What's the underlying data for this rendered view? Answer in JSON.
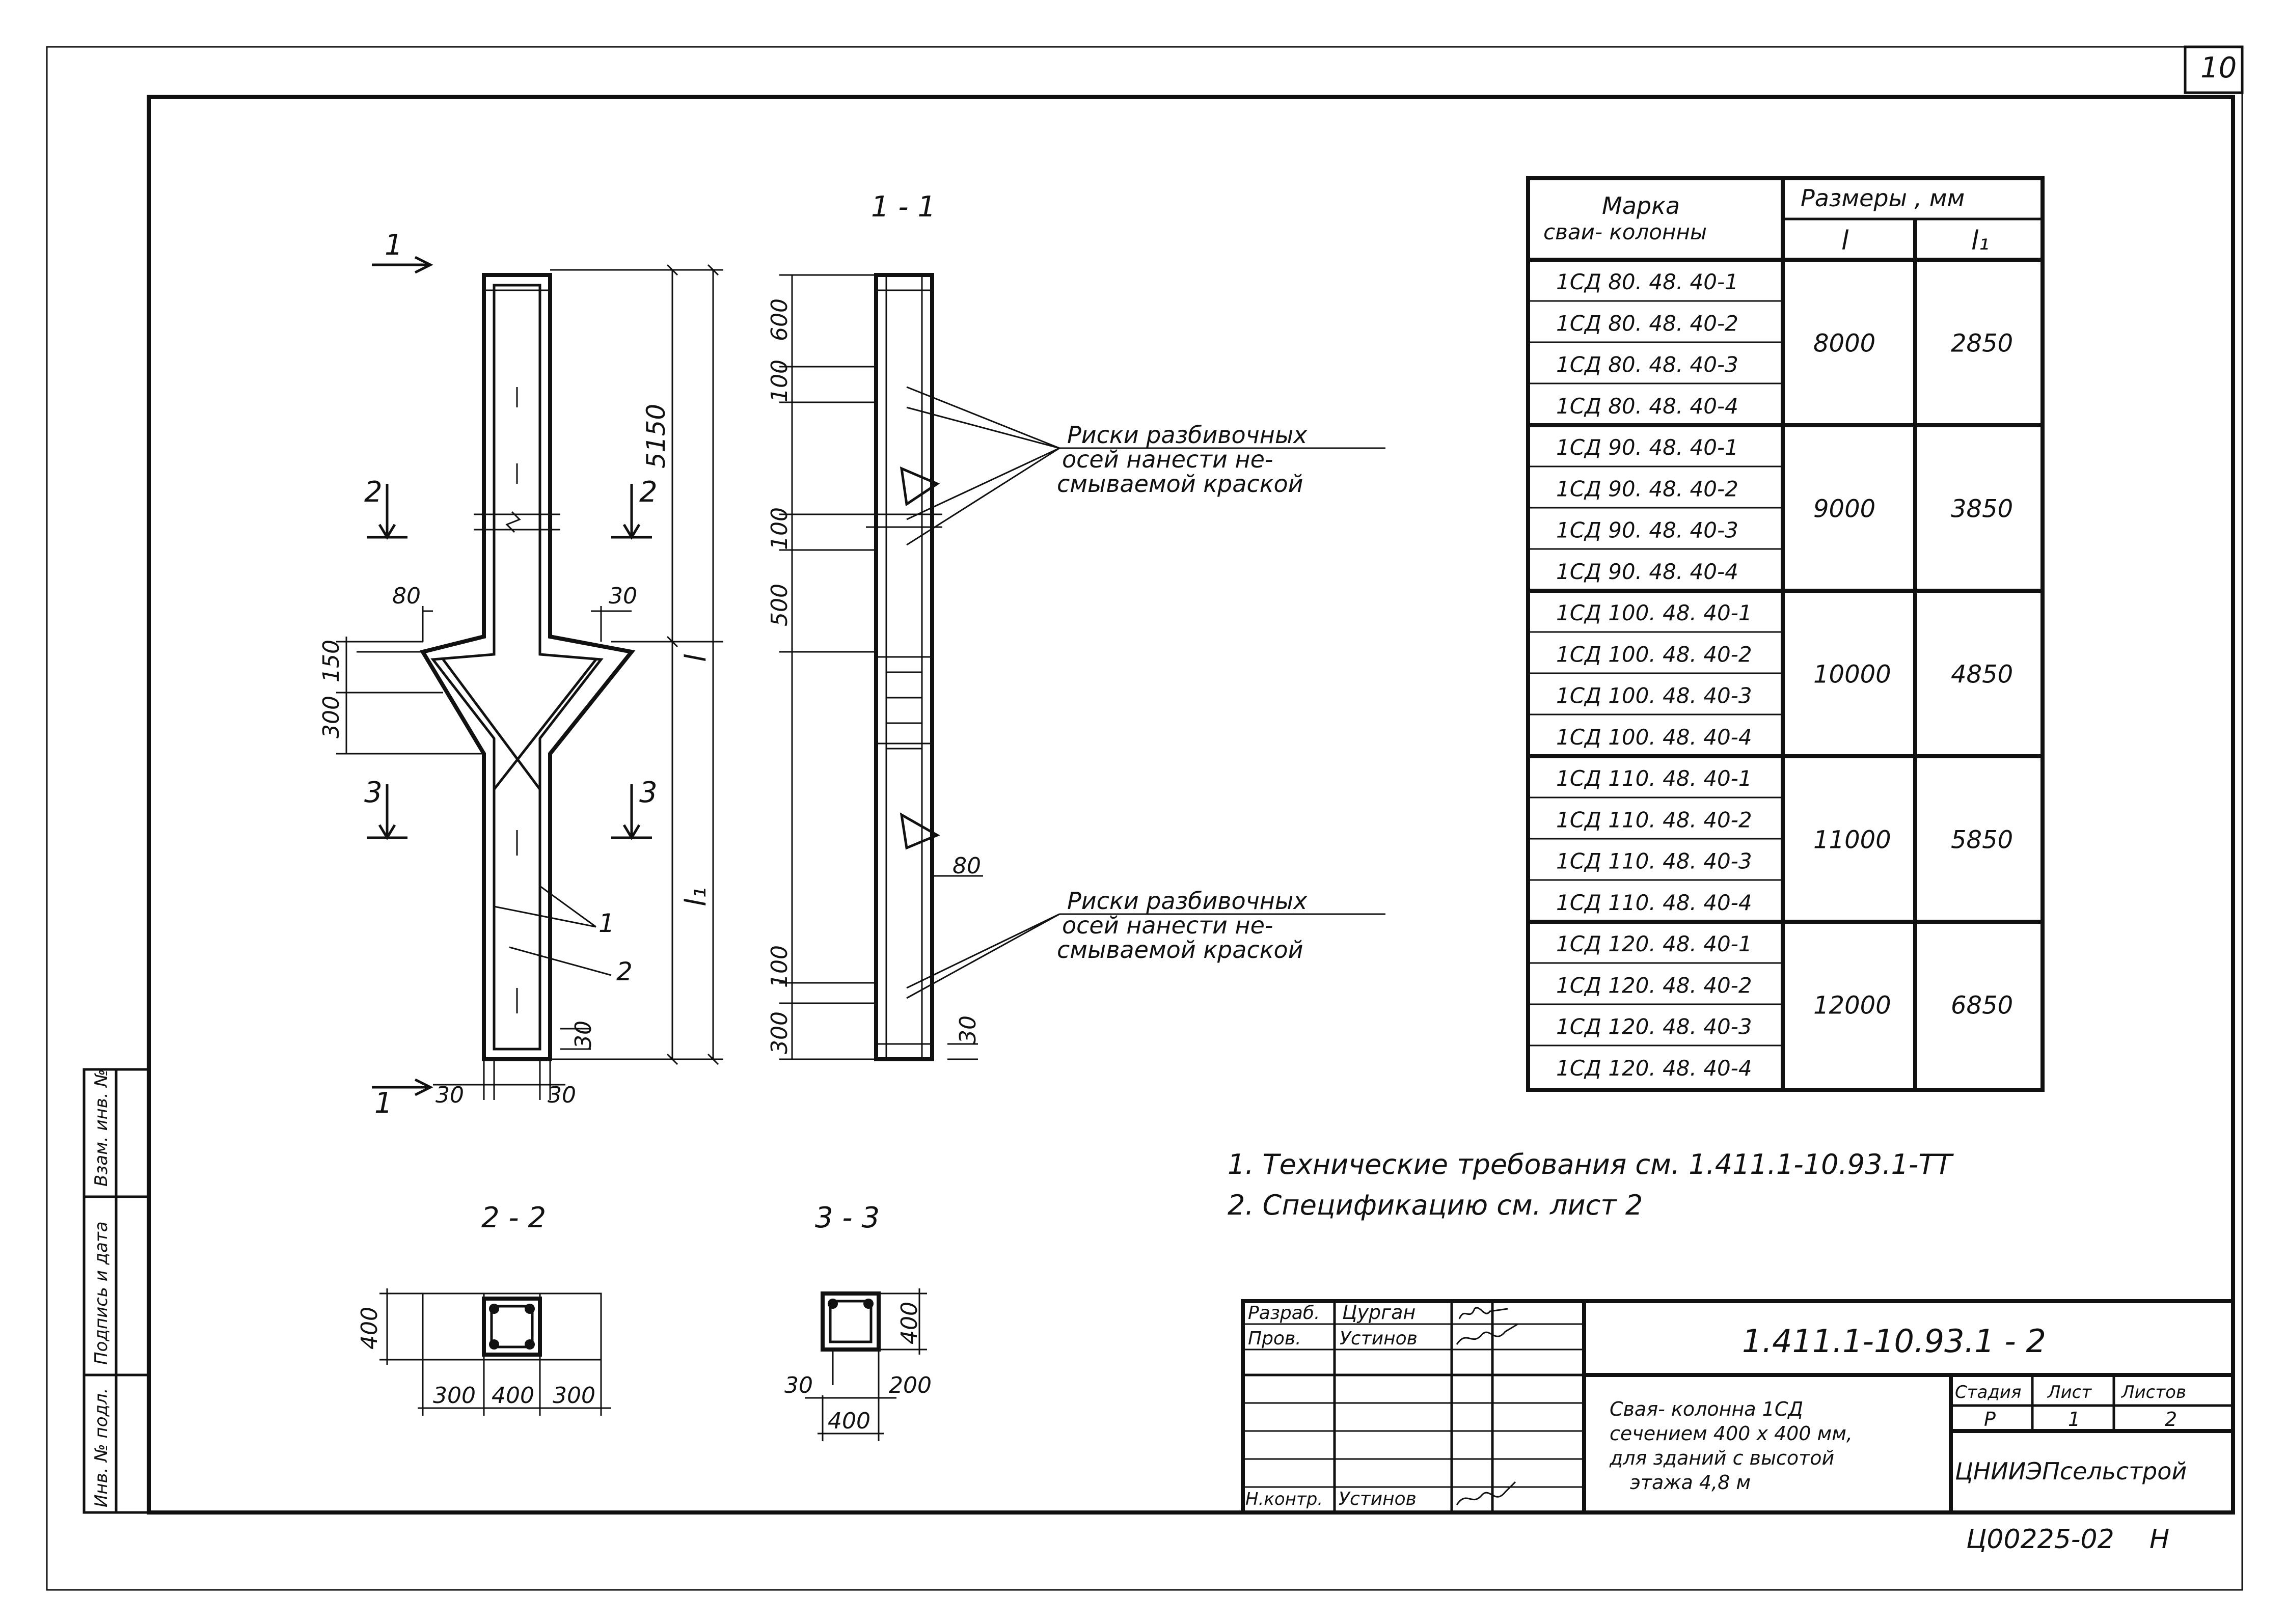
{
  "sheet": {
    "page_number": "10",
    "doc_code": "1.411.1-10.93.1 - 2",
    "archive_code": "Ц00225-02",
    "archive_suffix": "Н"
  },
  "drawing": {
    "callouts": {
      "section_1_top": "1",
      "section_1_bottom": "1",
      "section_2_left": "2",
      "section_2_right": "2",
      "section_3_left": "3",
      "section_3_right": "3",
      "item_1": "1",
      "item_2": "2"
    },
    "dimensions": {
      "d5150": "5150",
      "l": "l",
      "l1": "l₁",
      "d80_top": "80",
      "d30_top": "30",
      "d150": "150",
      "d300_left": "300",
      "d30_right_bottom": "30",
      "d30_bl": "30",
      "d30_br": "30",
      "s11_600": "600",
      "s11_100a": "100",
      "s11_100b": "100",
      "s11_500": "500",
      "s11_80": "80",
      "s11_100c": "100",
      "s11_300": "300",
      "s11_30": "30"
    },
    "section_titles": {
      "s11": "1 - 1",
      "s22": "2 - 2",
      "s33": "3 - 3"
    },
    "s22_dims": {
      "h400": "400",
      "w300a": "300",
      "w400": "400",
      "w300b": "300"
    },
    "s33_dims": {
      "h400": "400",
      "w30": "30",
      "w200": "200",
      "w400": "400"
    },
    "note_top": [
      "Риски разбивочных",
      "осей нанести не-",
      "смываемой краской"
    ],
    "note_bottom": [
      "Риски разбивочных",
      "осей нанести не-",
      "смываемой краской"
    ]
  },
  "table": {
    "header_mark": [
      "Марка",
      "сваи- колонны"
    ],
    "header_sizes": "Размеры , мм",
    "col_l": "l",
    "col_l1": "l₁",
    "groups": [
      {
        "marks": [
          "1СД 80. 48. 40-1",
          "1СД 80. 48. 40-2",
          "1СД 80. 48. 40-3",
          "1СД 80. 48. 40-4"
        ],
        "l": "8000",
        "l1": "2850"
      },
      {
        "marks": [
          "1СД 90. 48. 40-1",
          "1СД 90. 48. 40-2",
          "1СД 90. 48. 40-3",
          "1СД 90. 48. 40-4"
        ],
        "l": "9000",
        "l1": "3850"
      },
      {
        "marks": [
          "1СД 100. 48. 40-1",
          "1СД 100. 48. 40-2",
          "1СД 100. 48. 40-3",
          "1СД 100. 48. 40-4"
        ],
        "l": "10000",
        "l1": "4850"
      },
      {
        "marks": [
          "1СД 110. 48. 40-1",
          "1СД 110. 48. 40-2",
          "1СД 110. 48. 40-3",
          "1СД 110. 48. 40-4"
        ],
        "l": "11000",
        "l1": "5850"
      },
      {
        "marks": [
          "1СД 120. 48. 40-1",
          "1СД 120. 48. 40-2",
          "1СД 120. 48. 40-3",
          "1СД 120. 48. 40-4"
        ],
        "l": "12000",
        "l1": "6850"
      }
    ]
  },
  "notes": [
    "1.  Технические требования см. 1.411.1-10.93.1-ТТ",
    "2.  Спецификацию см. лист 2"
  ],
  "title_block": {
    "rows": [
      {
        "role": "Разраб.",
        "name": "Цурган"
      },
      {
        "role": "Пров.",
        "name": "Устинов"
      },
      {
        "role": "",
        "name": ""
      },
      {
        "role": "",
        "name": ""
      },
      {
        "role": "",
        "name": ""
      },
      {
        "role": "Н.контр.",
        "name": "Устинов"
      }
    ],
    "description": [
      "Свая- колонна 1СД",
      "сечением 400 х 400 мм,",
      "для зданий с высотой",
      "этажа 4,8 м"
    ],
    "stage_label": "Стадия",
    "sheet_label": "Лист",
    "sheets_label": "Листов",
    "stage": "Р",
    "sheet": "1",
    "sheets": "2",
    "organization": "ЦНИИЭПсельстрой"
  },
  "side_stamp": [
    "Инв. № подл.",
    "Подпись и дата",
    "Взам. инв. №"
  ]
}
